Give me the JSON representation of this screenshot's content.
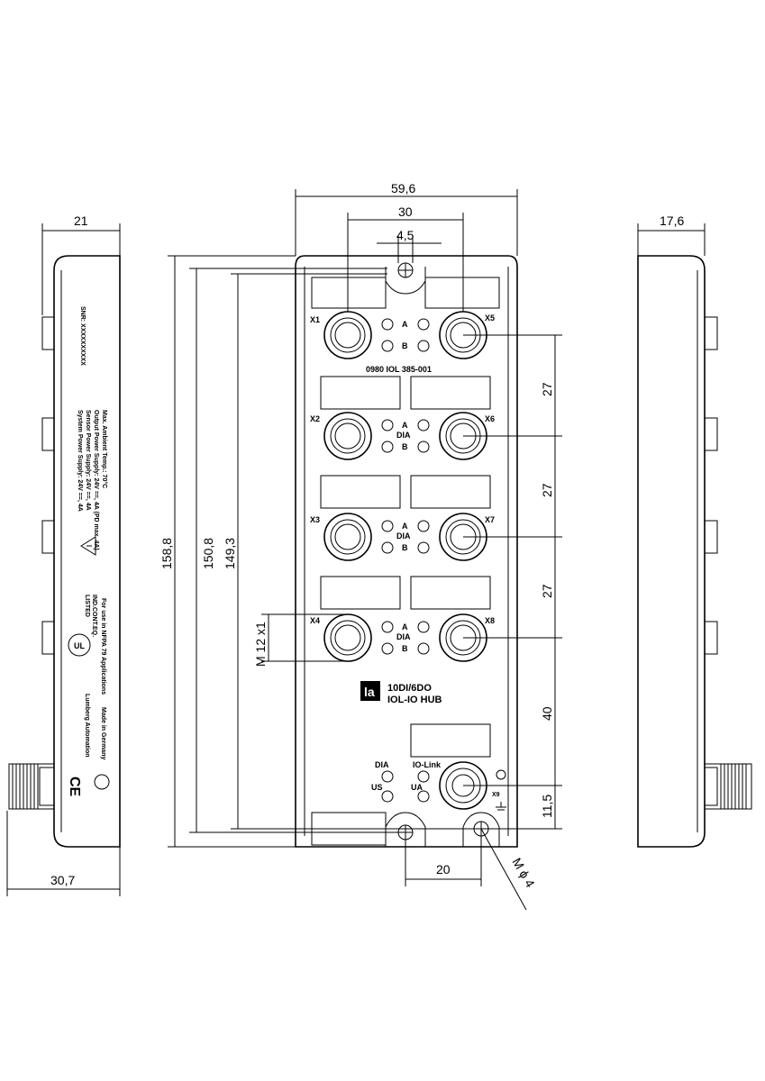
{
  "dimensions": {
    "left_width": "21",
    "left_depth": "30,7",
    "total_width": "59,6",
    "spacing_30": "30",
    "spacing_4_5": "4,5",
    "right_width": "17,6",
    "height_158_8": "158,8",
    "height_150_8": "150,8",
    "height_149_3": "149,3",
    "thread": "M 12 x1",
    "pitch_a": "27",
    "pitch_b": "27",
    "pitch_c": "27",
    "pitch_d": "40",
    "pitch_e": "11,5",
    "hole_spacing": "20",
    "screw": "M ϕ 4"
  },
  "ports": {
    "x1": "X1",
    "x2": "X2",
    "x3": "X3",
    "x4": "X4",
    "x5": "X5",
    "x6": "X6",
    "x7": "X7",
    "x8": "X8"
  },
  "leds": {
    "a": "A",
    "b": "B",
    "dia": "DIA"
  },
  "device": {
    "article": "0980 IOL 385-001",
    "model_line1": "10DI/6DO",
    "model_line2": "IOL-IO HUB",
    "logo": "la",
    "dia": "DIA",
    "io_link": "IO-Link",
    "us": "US",
    "ua": "UA",
    "x9": "X9"
  },
  "side_label": {
    "snr": "SNR: XXXXXXXXXX",
    "spec1": "System Power Supply: 24V ==, 4A",
    "spec2": "Sensor Power Supply: 24V ==, 4A",
    "spec3": "Output Power Supply: 24V ==, 4A (PD max. 4A)",
    "spec4": "Max. Ambient Temp.: 70°C",
    "listed": "LISTED",
    "ind": "IND.CONT.EQ.",
    "use": "For use in NFPA 79 Applications",
    "maker": "Lumberg Automation",
    "made": "Made in Germany"
  }
}
